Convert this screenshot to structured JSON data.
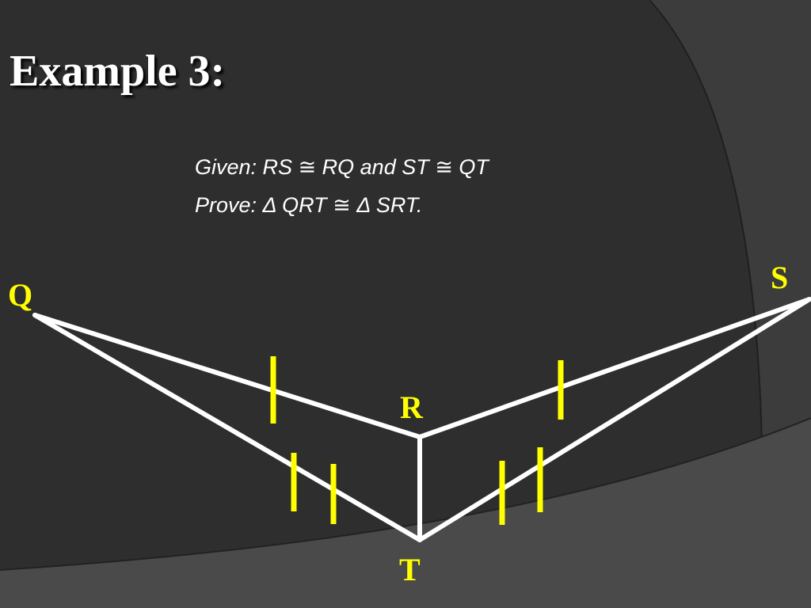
{
  "slide": {
    "title": "Example 3:",
    "given": "Given: RS ≅ RQ and ST ≅ QT",
    "prove": "Prove: Δ QRT ≅ Δ SRT."
  },
  "figure": {
    "vertices": {
      "Q": "Q",
      "R": "R",
      "S": "S",
      "T": "T"
    },
    "segments": [
      "QR",
      "RS",
      "QT",
      "ST",
      "RT"
    ],
    "tick_marks": {
      "RQ": 1,
      "RS": 1,
      "QT": 2,
      "ST": 2
    }
  },
  "colors": {
    "background": "#2e2e2e",
    "background_arc": "#3c3c3c",
    "bottom_band": "#4a4a4a",
    "text": "#ffffff",
    "figure_lines": "#ffffff",
    "tick_marks": "#ffff00",
    "vertex_labels": "#ffff00"
  }
}
